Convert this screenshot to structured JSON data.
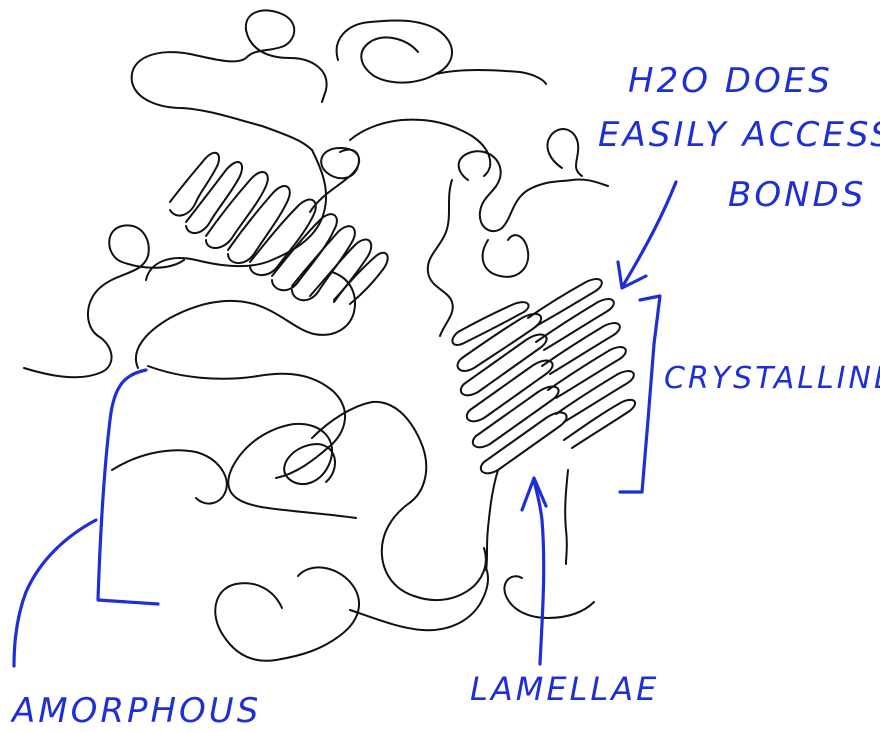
{
  "annotations": {
    "water_note_line1": "H2O DOES",
    "water_note_line2": "EASILY ACCESS",
    "water_note_line3": "BONDS",
    "crystalline": "CRYSTALLINE",
    "amorphous": "AMORPHOUS",
    "lamellae": "LAMELLAE"
  },
  "colors": {
    "ink_black": "#111111",
    "ink_blue": "#1f2fd6",
    "background": "#ffffff"
  }
}
